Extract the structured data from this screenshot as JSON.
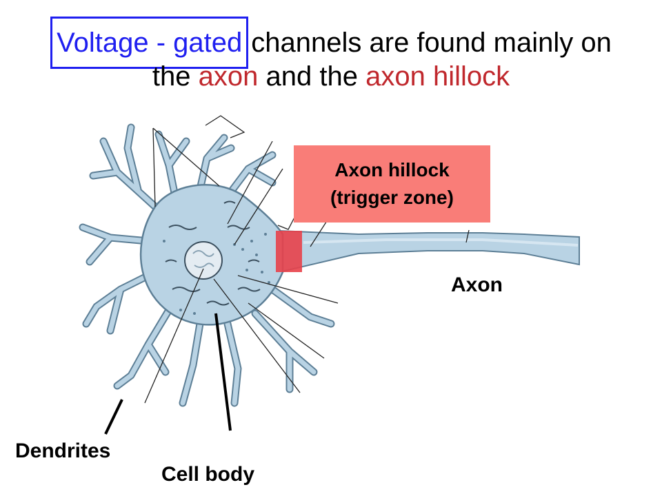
{
  "title": {
    "line1": {
      "boxed_phrase": "Voltage - gated",
      "rest": "channels are found mainly on"
    },
    "line2": {
      "prefix": "the",
      "term1": "axon",
      "middle": "and the",
      "term2": "axon hillock"
    }
  },
  "labels": {
    "axon_hillock": "Axon hillock",
    "trigger_zone": "(trigger zone)",
    "axon": "Axon",
    "dendrites": "Dendrites",
    "cell_body": "Cell body"
  },
  "colors": {
    "highlight_blue": "#1f1ff0",
    "term_red": "#c0282d",
    "hillock_box": "#f97d78",
    "hillock_band": "#e8414a",
    "neuron_fill": "#b9d3e4",
    "neuron_outline": "#5d7f96",
    "nucleus": "#e4ecf2"
  }
}
